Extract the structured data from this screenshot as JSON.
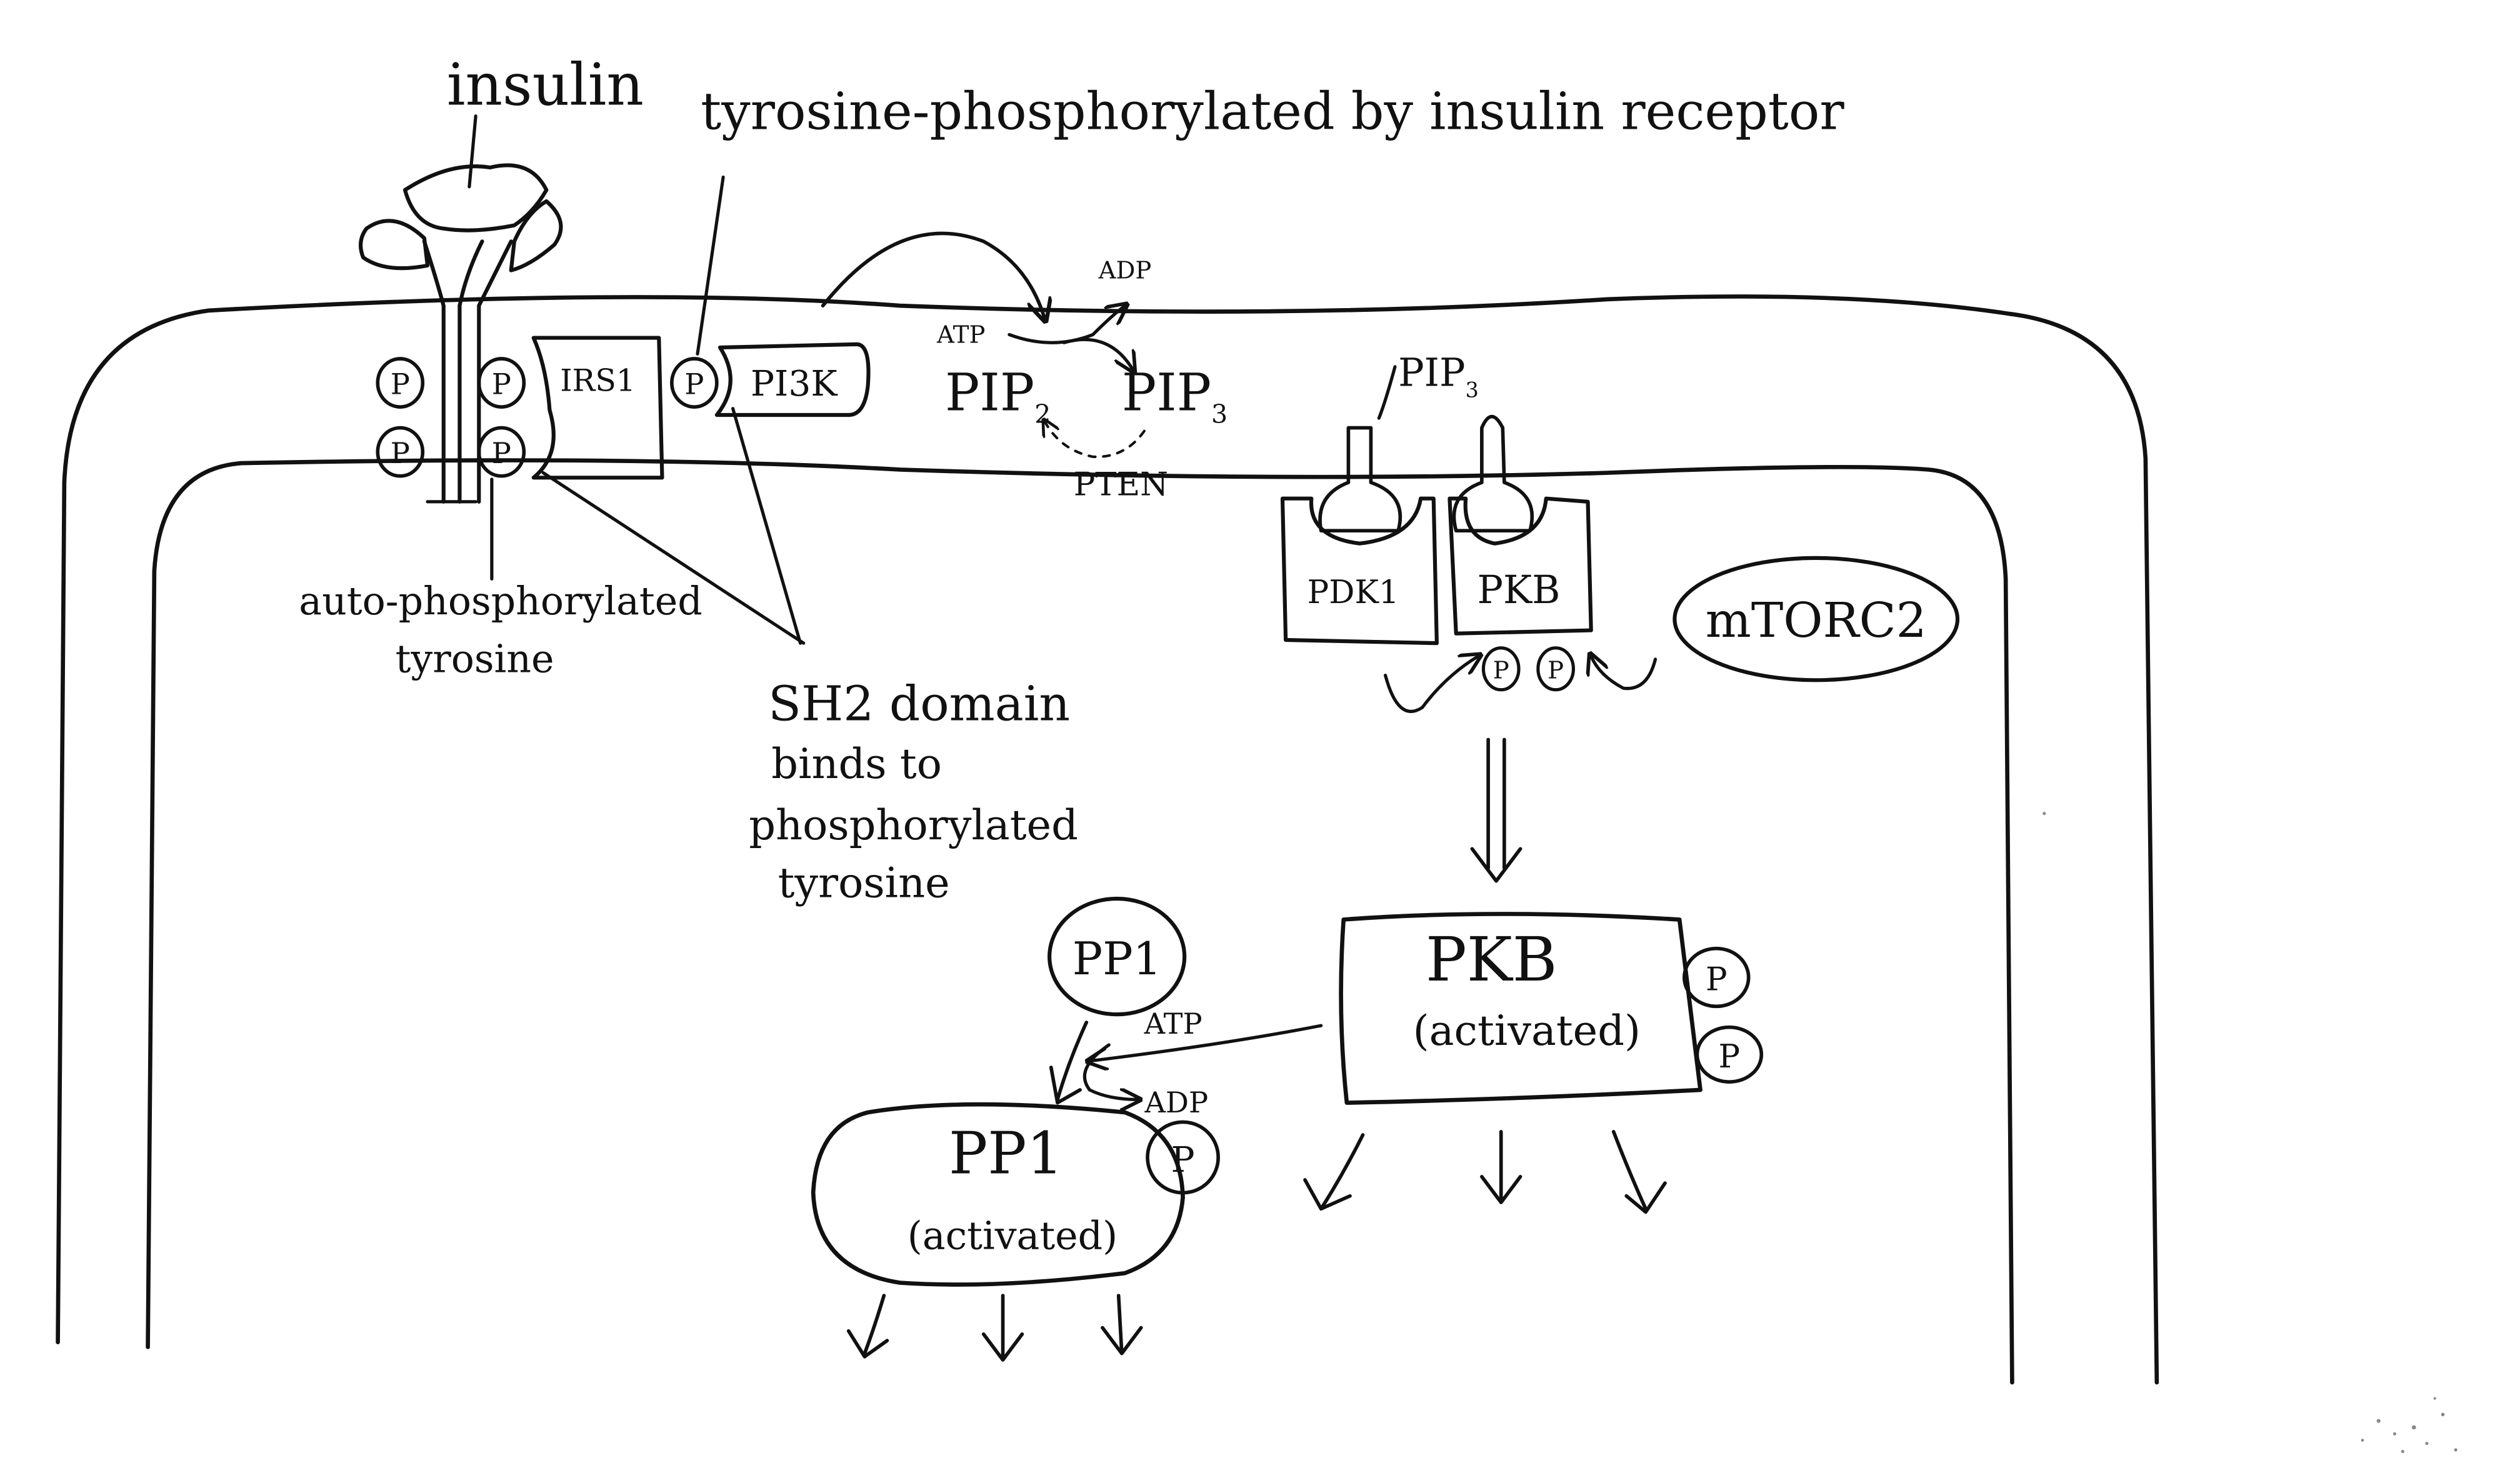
{
  "labels": {
    "insulin": "insulin",
    "tyrosine_phosphorylated": "tyrosine-phosphorylated by insulin receptor",
    "adp_top": "ADP",
    "atp_top": "ATP",
    "pip2": "PIP",
    "pip2_sub": "2",
    "pip3": "PIP",
    "pip3_sub": "3",
    "pten": "PTEN",
    "pip3_right": "PIP",
    "pip3_right_sub": "3",
    "irs1": "IRS1",
    "pi3k": "PI3K",
    "p": "P",
    "pdk1": "PDK1",
    "pkb_membrane": "PKB",
    "mtorc2": "mTORC2",
    "auto_phos_1": "auto-phosphorylated",
    "auto_phos_2": "tyrosine",
    "sh2_1": "SH2 domain",
    "sh2_2": "binds to",
    "sh2_3": "phosphorylated",
    "sh2_4": "tyrosine",
    "pp1_inactive": "PP1",
    "atp_pp1": "ATP",
    "adp_pp1": "ADP",
    "pp1_active": "PP1",
    "pp1_active_sub": "(activated)",
    "pkb_active": "PKB",
    "pkb_active_sub": "(activated)"
  },
  "colors": {
    "ink": "#111111",
    "paper": "#ffffff"
  }
}
